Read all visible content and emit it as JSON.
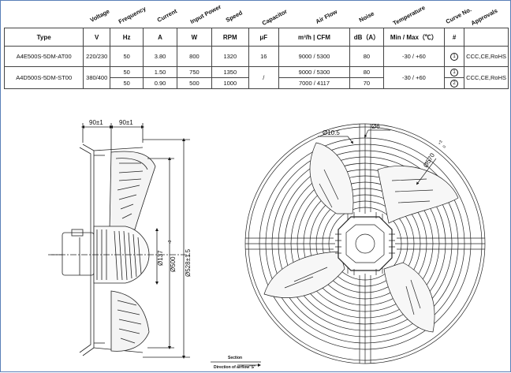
{
  "header_labels": {
    "voltage": "Voltage",
    "frequency": "Frequency",
    "current": "Current",
    "input_power": "Input Power",
    "speed": "Speed",
    "capacitor": "Capacitor",
    "air_flow": "Air Flow",
    "noise": "Noise",
    "temperature": "Temperature",
    "curve_no": "Curve No.",
    "approvals": "Approvals"
  },
  "units": {
    "type": "Type",
    "voltage": "V",
    "frequency": "Hz",
    "current": "A",
    "power": "W",
    "speed": "RPM",
    "capacitor": "μF",
    "airflow": "m³/h  |  CFM",
    "noise": "dB（A）",
    "temperature": "Min / Max（℃）",
    "curve": "#"
  },
  "rows": [
    {
      "type": "A4E500S-5DM-AT00",
      "voltage": "220/230",
      "frequency": [
        "50"
      ],
      "current": [
        "3.80"
      ],
      "power": [
        "800"
      ],
      "speed": [
        "1320"
      ],
      "capacitor": "16",
      "airflow": [
        "9000  /  5300"
      ],
      "noise": [
        "80"
      ],
      "temperature": "-30 / +60",
      "curve": [
        "1"
      ],
      "approvals": "CCC,CE,RoHS"
    },
    {
      "type": "A4D500S-5DM-ST00",
      "voltage": "380/400",
      "frequency": [
        "50",
        "50"
      ],
      "current": [
        "1.50",
        "0.90"
      ],
      "power": [
        "750",
        "500"
      ],
      "speed": [
        "1350",
        "1000"
      ],
      "capacitor": "/",
      "airflow": [
        "9000  /  5300",
        "7000  /  4117"
      ],
      "noise": [
        "80",
        "70"
      ],
      "temperature": "-30 / +60",
      "curve": [
        "1",
        "2"
      ],
      "approvals": "CCC,CE,RoHS"
    }
  ],
  "side_view": {
    "dim_left": "90±1",
    "dim_right": "90±1",
    "dim_hub": "Ø137",
    "dim_blade": "Ø500",
    "dim_blade_tol": "-3",
    "dim_outer": "Ø528±1.5",
    "section_label": "Section",
    "direction_label": "Direction of airflow\"S\""
  },
  "front_view": {
    "dim_hole": "Ø10.5",
    "dim_slot": "Ø6",
    "dim_pcd": "Ø570",
    "dim_pcd_tol": "+3",
    "dim_pcd_tol2": "0"
  }
}
